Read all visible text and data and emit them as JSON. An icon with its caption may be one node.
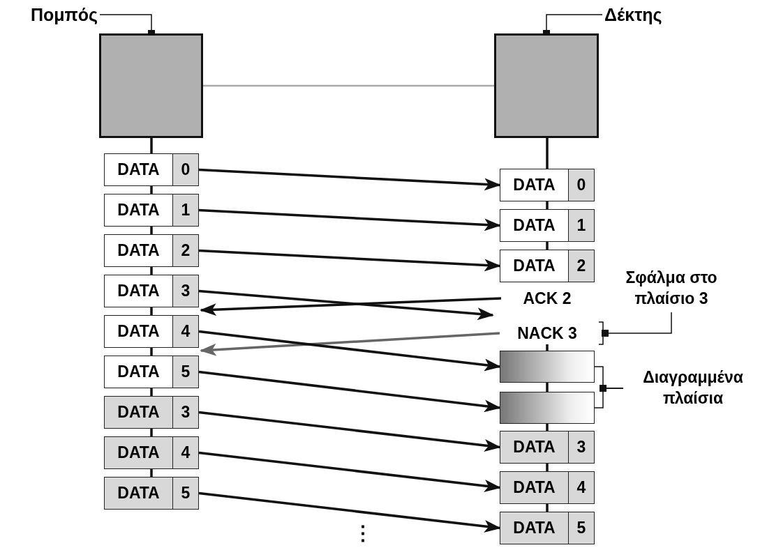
{
  "diagram": {
    "nodes": [
      {
        "text": [
          "Πομπός"
        ]
      },
      {
        "text": [],
        "shape": "box"
      },
      {
        "text": [
          "Δέκτης"
        ]
      },
      {
        "text": [],
        "shape": "box"
      },
      {
        "text": [
          "DATA",
          "0"
        ]
      },
      {
        "text": [
          "DATA",
          "1"
        ]
      },
      {
        "text": [
          "DATA",
          "2"
        ]
      },
      {
        "text": [
          "DATA",
          "3"
        ]
      },
      {
        "text": [
          "DATA",
          "4"
        ]
      },
      {
        "text": [
          "DATA",
          "5"
        ]
      },
      {
        "text": [
          "DATA",
          "3"
        ]
      },
      {
        "text": [
          "DATA",
          "4"
        ]
      },
      {
        "text": [
          "DATA",
          "5"
        ]
      },
      {
        "text": [
          "DATA",
          "0"
        ]
      },
      {
        "text": [
          "DATA",
          "1"
        ]
      },
      {
        "text": [
          "DATA",
          "2"
        ]
      },
      {
        "text": [
          "ACK 2"
        ]
      },
      {
        "text": [
          "NACK 3"
        ]
      },
      {
        "text": [],
        "shape": "box"
      },
      {
        "text": [],
        "shape": "box"
      },
      {
        "text": [
          "DATA",
          "3"
        ]
      },
      {
        "text": [
          "DATA",
          "4"
        ]
      },
      {
        "text": [
          "DATA",
          "5"
        ]
      },
      {
        "text": [
          "Σφάλμα στο πλαίσιο 3"
        ]
      },
      {
        "text": [
          "Διαγραμμένα πλαίσια"
        ]
      }
    ],
    "edges": [
      {
        "from": 0,
        "to": 1,
        "arrow": "other"
      },
      {
        "from": 2,
        "to": 3,
        "arrow": "other"
      },
      {
        "from": 1,
        "to": 3,
        "arrow": "none",
        "color": "#aaaaaa"
      },
      {
        "from": 4,
        "to": 13,
        "arrow": "to"
      },
      {
        "from": 5,
        "to": 14,
        "arrow": "to"
      },
      {
        "from": 6,
        "to": 15,
        "arrow": "to"
      },
      {
        "from": 7,
        "to": null,
        "arrow": "to"
      },
      {
        "from": 16,
        "to": 7,
        "arrow": "to"
      },
      {
        "from": 17,
        "to": 8,
        "arrow": "to",
        "color": "#666666"
      },
      {
        "from": 8,
        "to": 18,
        "arrow": "to"
      },
      {
        "from": 9,
        "to": 19,
        "arrow": "to"
      },
      {
        "from": 10,
        "to": 20,
        "arrow": "to"
      },
      {
        "from": 11,
        "to": 21,
        "arrow": "to"
      },
      {
        "from": 12,
        "to": 22,
        "arrow": "to"
      },
      {
        "from": 23,
        "to": 17,
        "arrow": "none"
      },
      {
        "from": 24,
        "to": 18,
        "arrow": "none"
      },
      {
        "from": 24,
        "to": 19,
        "arrow": "none"
      },
      {
        "from": 1,
        "to": 4,
        "arrow": "none"
      },
      {
        "from": 4,
        "to": 5,
        "arrow": "none"
      },
      {
        "from": 5,
        "to": 6,
        "arrow": "none"
      },
      {
        "from": 6,
        "to": 7,
        "arrow": "none"
      },
      {
        "from": 7,
        "to": 8,
        "arrow": "none"
      },
      {
        "from": 8,
        "to": 9,
        "arrow": "none"
      },
      {
        "from": 9,
        "to": 10,
        "arrow": "none"
      },
      {
        "from": 10,
        "to": 11,
        "arrow": "none"
      },
      {
        "from": 11,
        "to": 12,
        "arrow": "none"
      },
      {
        "from": 3,
        "to": 13,
        "arrow": "none"
      },
      {
        "from": 13,
        "to": 14,
        "arrow": "none"
      },
      {
        "from": 14,
        "to": 15,
        "arrow": "none"
      },
      {
        "from": 17,
        "to": 18,
        "arrow": "none"
      },
      {
        "from": 18,
        "to": 19,
        "arrow": "none"
      },
      {
        "from": 19,
        "to": 20,
        "arrow": "none"
      },
      {
        "from": 20,
        "to": 21,
        "arrow": "none"
      },
      {
        "from": 21,
        "to": 22,
        "arrow": "none"
      }
    ],
    "labels": [
      "⋮"
    ]
  }
}
